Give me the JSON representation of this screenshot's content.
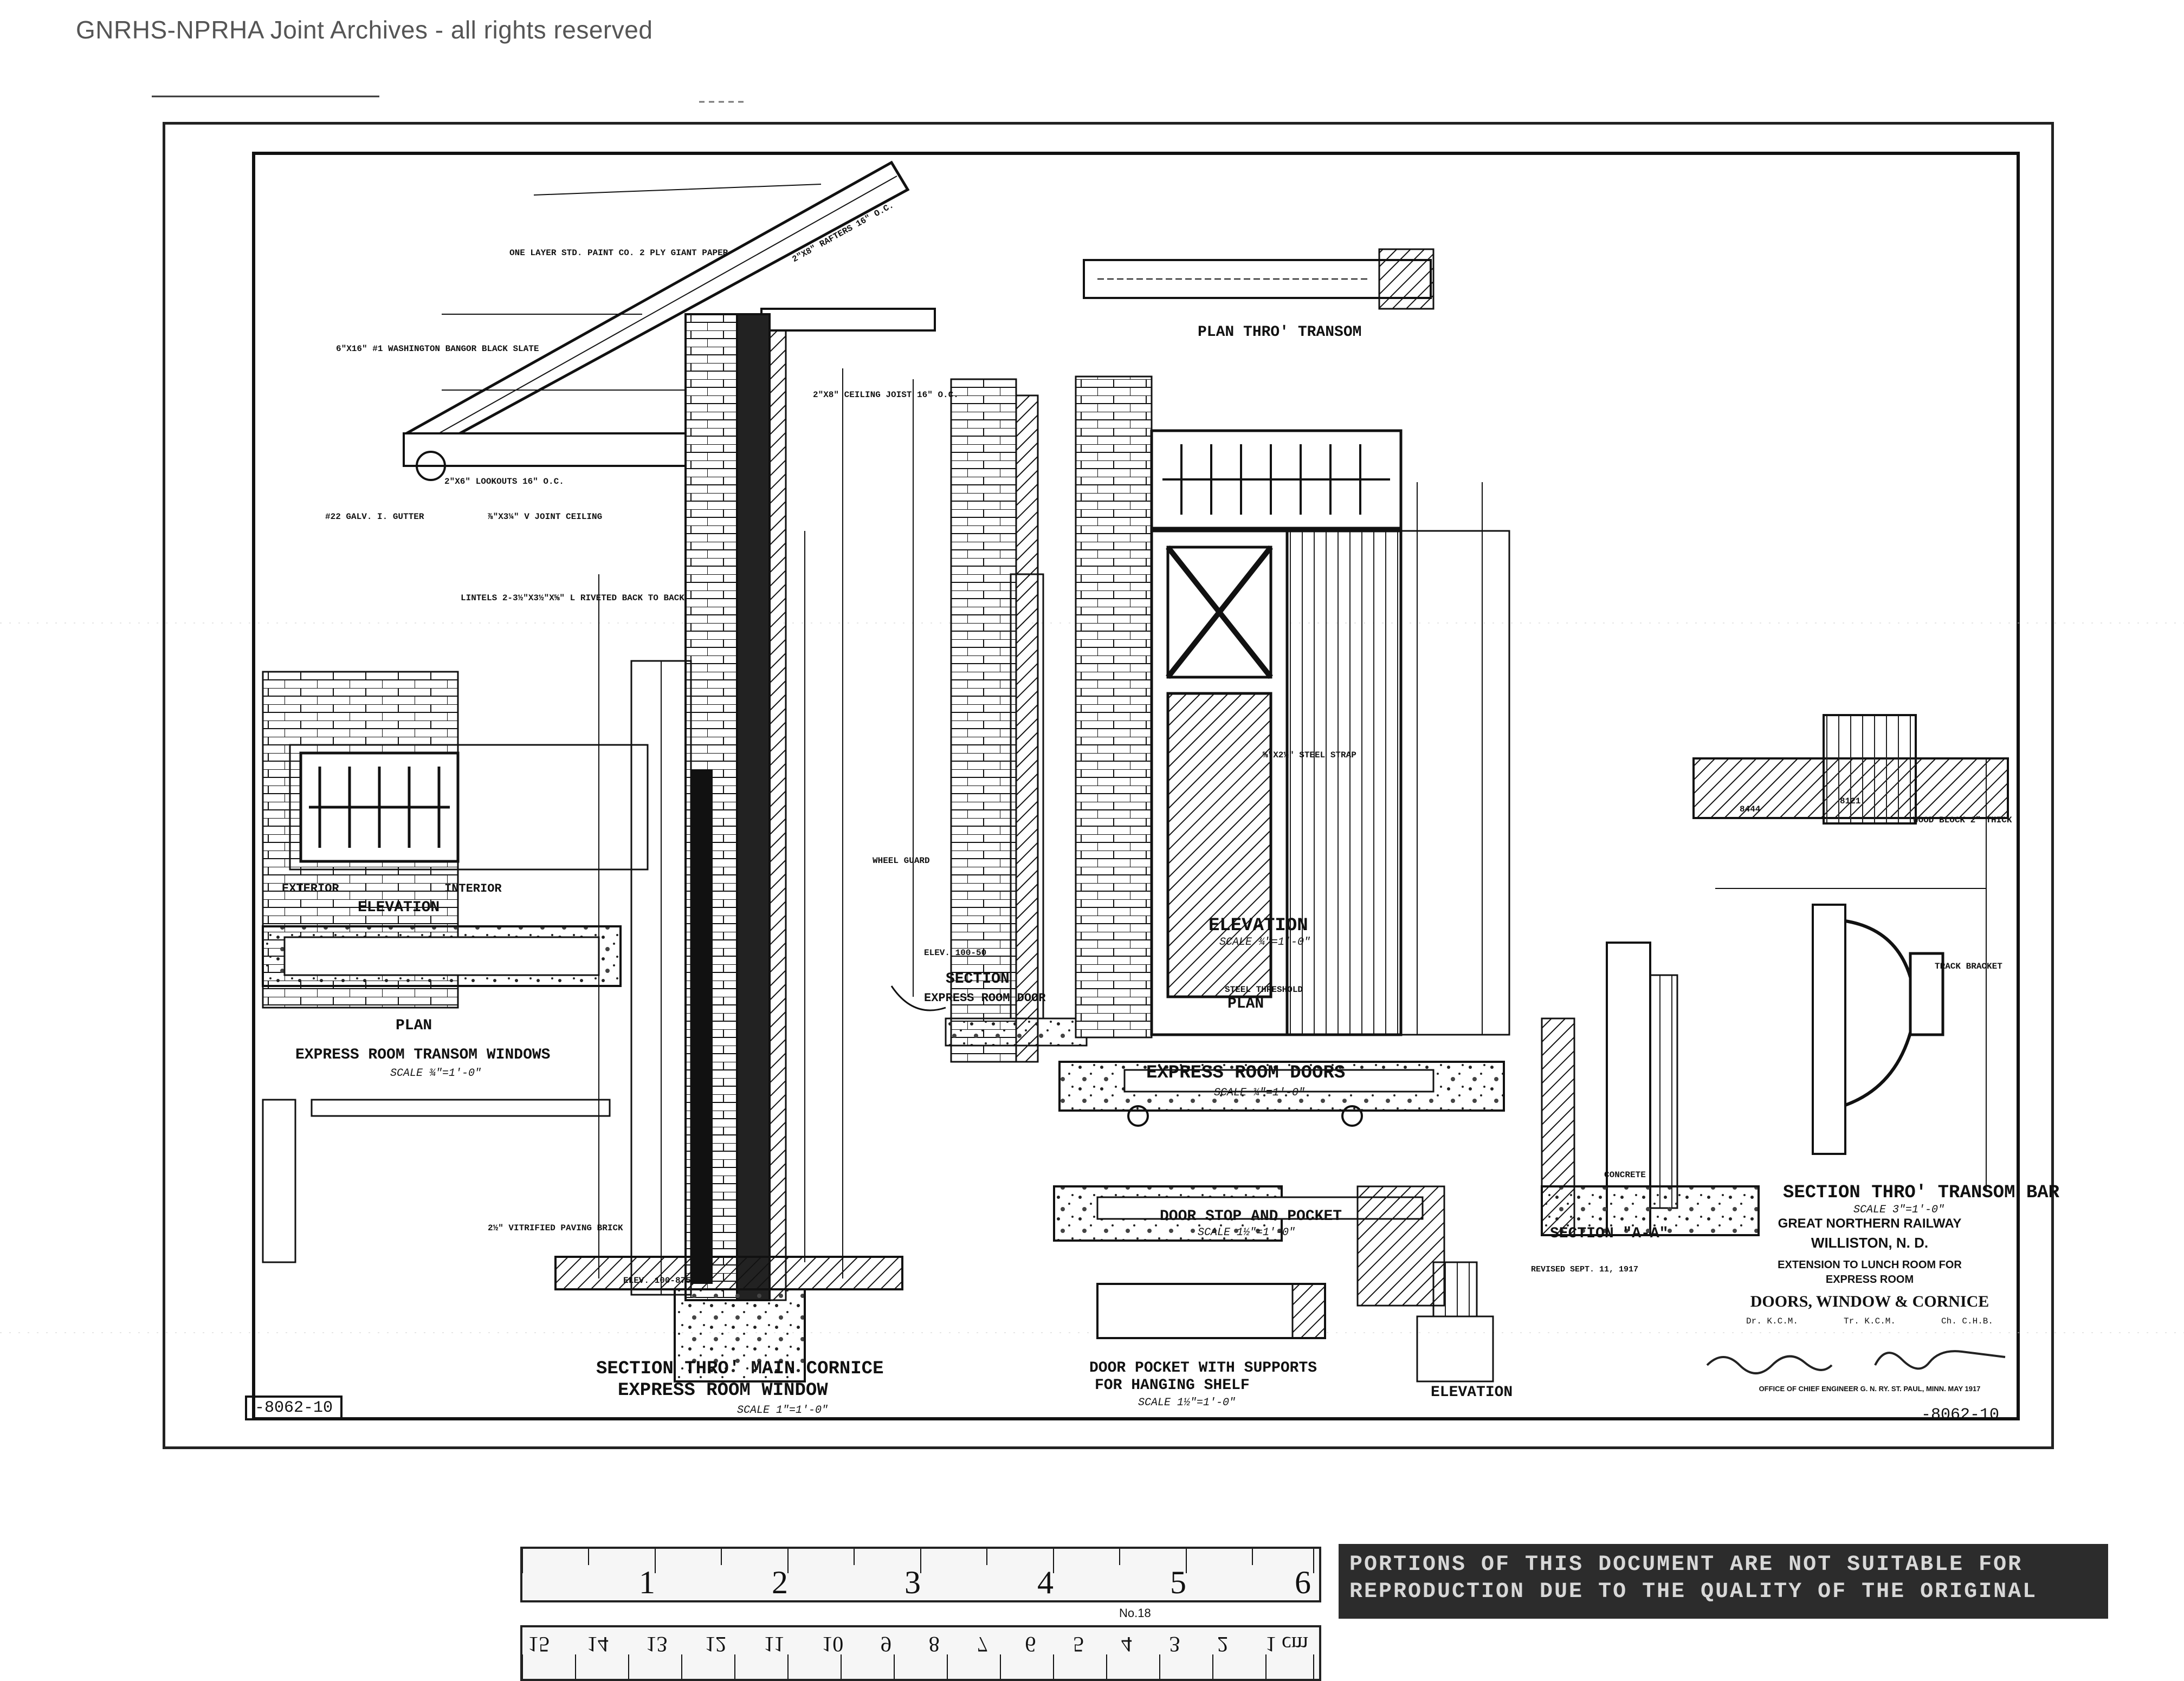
{
  "watermark": "GNRHS-NPRHA Joint Archives - all rights reserved",
  "drawing_number": "-8062-10",
  "views": {
    "plan_transom": "PLAN THRO' TRANSOM",
    "section_express_door": "SECTION",
    "section_express_door_sub": "EXPRESS ROOM DOOR",
    "elevation_door": "ELEVATION",
    "elevation_door_scale": "SCALE ¾\"=1'-0\"",
    "plan_door": "PLAN",
    "express_room_doors": "EXPRESS ROOM DOORS",
    "express_room_doors_scale": "SCALE ¾\"=1'-0\"",
    "exterior": "EXTERIOR",
    "interior": "INTERIOR",
    "elevation_windows": "ELEVATION",
    "plan_windows": "PLAN",
    "express_room_transom_windows": "EXPRESS ROOM TRANSOM WINDOWS",
    "transom_windows_scale": "SCALE ¾\"=1'-0\"",
    "section_main_cornice": "SECTION THRO' MAIN CORNICE",
    "express_room_window": "EXPRESS ROOM WINDOW",
    "cornice_scale": "SCALE 1\"=1'-0\"",
    "door_stop_pocket": "DOOR STOP AND POCKET",
    "door_stop_scale": "SCALE 1½\"=1'-0\"",
    "door_pocket_shelf": "DOOR POCKET WITH SUPPORTS",
    "door_pocket_shelf_2": "FOR HANGING SHELF",
    "door_pocket_scale": "SCALE 1½\"=1'-0\"",
    "elevation_small": "ELEVATION",
    "section_aa": "SECTION \"A-A\"",
    "section_transom_bar": "SECTION THRO' TRANSOM BAR",
    "section_transom_bar_scale": "SCALE 3\"=1'-0\"",
    "concrete": "CONCRETE",
    "elev_1": "ELEV. 100-50",
    "elev_2": "ELEV. 100-875"
  },
  "notes": {
    "roof_slate": "6\"x16\" #1 WASHINGTON BANGOR BLACK SLATE",
    "roof_paper": "ONE LAYER STD. PAINT CO. 2 PLY GIANT PAPER",
    "rafters": "2\"x8\" RAFTERS 16\" O.C.",
    "ceiling_joist": "2\"x8\" CEILING JOIST 16\" O.C.",
    "lookouts": "2\"x6\" LOOKOUTS 16\" O.C.",
    "v_joint": "⅞\"x3¼\" V JOINT CEILING",
    "gutter": "#22 GALV. I. GUTTER",
    "lintels": "LINTELS 2-3½\"x3½\"x⅝\" L RIVETED BACK TO BACK",
    "vitrified_brick": "2½\" VITRIFIED PAVING BRICK",
    "steel_strap": "⅝\"x2½\" STEEL STRAP",
    "steel_threshold": "STEEL THRESHOLD",
    "wheel_guard": "WHEEL GUARD",
    "track_bracket": "TRACK BRACKET",
    "wood_block": "WOOD BLOCK 2\" THICK",
    "bar_8444": "8444",
    "bar_8121": "8121"
  },
  "title_block": {
    "railway": "GREAT NORTHERN RAILWAY",
    "location": "WILLISTON, N. D.",
    "project_1": "EXTENSION TO LUNCH ROOM FOR",
    "project_2": "EXPRESS ROOM",
    "sheet_title": "DOORS, WINDOW & CORNICE",
    "revision": "REVISED SEPT. 11, 1917",
    "drawn": "Dr. K.C.M.",
    "traced": "Tr. K.C.M.",
    "checked": "Ch. C.H.B.",
    "office": "OFFICE OF CHIEF ENGINEER G. N. RY. ST. PAUL, MINN. MAY 1917"
  },
  "ruler": {
    "inch_marks": [
      "1",
      "2",
      "3",
      "4",
      "5",
      "6"
    ],
    "cm_marks": [
      "1 cm",
      "2",
      "3",
      "4",
      "5",
      "6",
      "7",
      "8",
      "9",
      "10",
      "11",
      "12",
      "13",
      "14",
      "15"
    ],
    "maker_no": "No.18"
  },
  "notice_text": "PORTIONS OF THIS DOCUMENT ARE NOT SUITABLE FOR REPRODUCTION DUE TO THE QUALITY OF THE ORIGINAL"
}
